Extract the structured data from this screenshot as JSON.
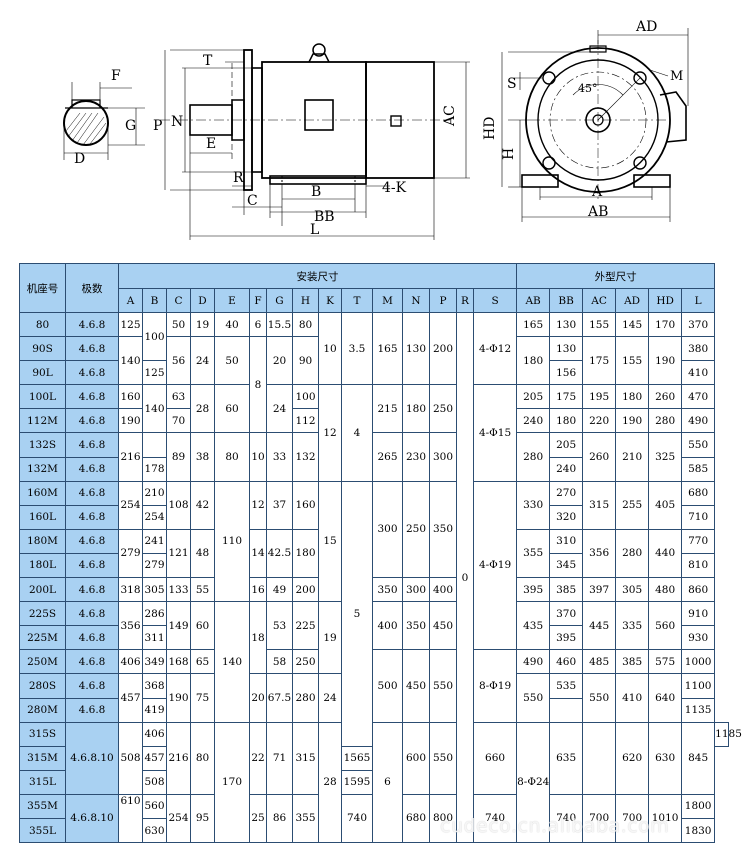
{
  "drawing_labels": {
    "key_F": "F",
    "key_G": "G",
    "key_D": "D",
    "side_T": "T",
    "side_P": "P",
    "side_N": "N",
    "side_E": "E",
    "side_R": "R",
    "side_C": "C",
    "side_B": "B",
    "side_BB": "BB",
    "side_L": "L",
    "side_4K": "4-K",
    "side_AC": "AC",
    "end_AD": "AD",
    "end_S": "S",
    "end_M": "M",
    "end_45": "45°",
    "end_HD": "HD",
    "end_H": "H",
    "end_A": "A",
    "end_AB": "AB"
  },
  "table": {
    "header_install": "安装尺寸",
    "header_outline": "外型尺寸",
    "header_model": "机座号",
    "header_poles": "极数",
    "columns": [
      "A",
      "B",
      "C",
      "D",
      "E",
      "F",
      "G",
      "H",
      "K",
      "T",
      "M",
      "N",
      "P",
      "R",
      "S",
      "AB",
      "BB",
      "AC",
      "AD",
      "HD",
      "L"
    ],
    "models": [
      "80",
      "90S",
      "90L",
      "100L",
      "112M",
      "132S",
      "132M",
      "160M",
      "160L",
      "180M",
      "180L",
      "200L",
      "225S",
      "225M",
      "250M",
      "280S",
      "280M",
      "315S",
      "315M",
      "315L",
      "355M",
      "355L"
    ],
    "poles": [
      "4.6.8",
      "4.6.8",
      "4.6.8",
      "4.6.8",
      "4.6.8",
      "4.6.8",
      "4.6.8",
      "4.6.8",
      "4.6.8",
      "4.6.8",
      "4.6.8",
      "4.6.8",
      "4.6.8",
      "4.6.8",
      "4.6.8",
      "4.6.8",
      "4.6.8",
      "4.6.8.10",
      "4.6.8.10"
    ],
    "col_A": [
      "125",
      "140",
      "160",
      "190",
      "216",
      "254",
      "279",
      "318",
      "356",
      "406",
      "457",
      "508",
      "610"
    ],
    "col_B": [
      "100",
      "125",
      "140",
      "178",
      "210",
      "254",
      "241",
      "279",
      "305",
      "286",
      "311",
      "349",
      "368",
      "419",
      "406",
      "457",
      "508",
      "560",
      "630"
    ],
    "col_C": [
      "50",
      "56",
      "63",
      "70",
      "89",
      "108",
      "121",
      "133",
      "149",
      "168",
      "190",
      "216",
      "254"
    ],
    "col_D": [
      "19",
      "24",
      "28",
      "38",
      "42",
      "48",
      "55",
      "60",
      "65",
      "75",
      "80",
      "95"
    ],
    "col_E": [
      "40",
      "50",
      "60",
      "80",
      "110",
      "140",
      "170"
    ],
    "col_F": [
      "6",
      "8",
      "10",
      "12",
      "14",
      "16",
      "18",
      "20",
      "22",
      "25"
    ],
    "col_G": [
      "15.5",
      "20",
      "24",
      "33",
      "37",
      "42.5",
      "49",
      "53",
      "58",
      "67.5",
      "71",
      "86"
    ],
    "col_H": [
      "80",
      "90",
      "100",
      "112",
      "132",
      "160",
      "180",
      "200",
      "225",
      "250",
      "280",
      "315",
      "355"
    ],
    "col_K": [
      "10",
      "12",
      "15",
      "19",
      "24",
      "28"
    ],
    "col_T": [
      "3.5",
      "4",
      "5",
      "6"
    ],
    "col_M": [
      "165",
      "215",
      "265",
      "300",
      "350",
      "400",
      "500",
      "600",
      "740"
    ],
    "col_N": [
      "130",
      "180",
      "230",
      "250",
      "300",
      "350",
      "450",
      "550",
      "680"
    ],
    "col_P": [
      "200",
      "250",
      "300",
      "350",
      "400",
      "450",
      "550",
      "660",
      "800"
    ],
    "col_R": [
      "0"
    ],
    "col_S": [
      "4-Φ12",
      "4-Φ15",
      "4-Φ19",
      "8-Φ19",
      "8-Φ24"
    ],
    "col_AB": [
      "165",
      "180",
      "205",
      "240",
      "280",
      "330",
      "355",
      "395",
      "435",
      "490",
      "550",
      "635",
      "740"
    ],
    "col_BB": [
      "130",
      "130",
      "156",
      "175",
      "180",
      "205",
      "240",
      "270",
      "320",
      "310",
      "345",
      "385",
      "370",
      "395",
      "460",
      "535",
      "",
      "740"
    ],
    "col_AC": [
      "155",
      "175",
      "195",
      "220",
      "260",
      "315",
      "356",
      "397",
      "445",
      "485",
      "550",
      "620",
      "700"
    ],
    "col_AD": [
      "145",
      "155",
      "180",
      "190",
      "210",
      "255",
      "280",
      "305",
      "335",
      "385",
      "410",
      "630",
      "700"
    ],
    "col_HD": [
      "170",
      "190",
      "260",
      "280",
      "325",
      "405",
      "440",
      "480",
      "560",
      "575",
      "640",
      "845",
      "1010"
    ],
    "col_L": [
      "370",
      "380",
      "410",
      "470",
      "490",
      "550",
      "585",
      "680",
      "710",
      "770",
      "810",
      "860",
      "910",
      "930",
      "1000",
      "1100",
      "1135",
      "1185",
      "1565",
      "1595",
      "1800",
      "1830"
    ]
  },
  "watermark": "cudeco.cn.alibaba.com"
}
